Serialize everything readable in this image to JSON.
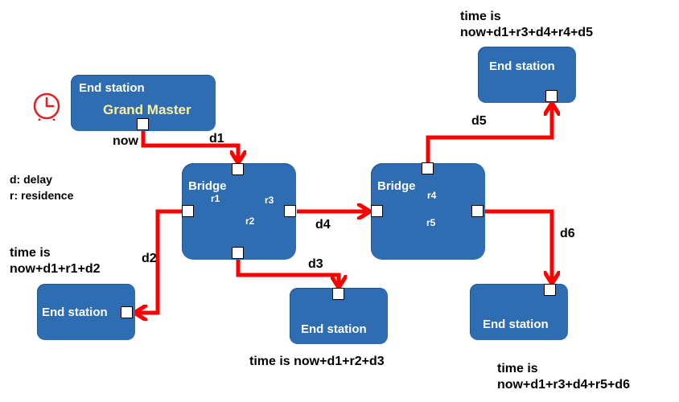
{
  "colors": {
    "box": "#2e6db2",
    "path": "#ff0000",
    "subtitle": "#fbf2a0",
    "residence_arrow": "#000000"
  },
  "icons": {
    "clock": "clock-icon"
  },
  "grand_master": {
    "title": "End station",
    "subtitle": "Grand Master",
    "now_label": "now"
  },
  "legend": {
    "delay": "d: delay",
    "residence": "r: residence"
  },
  "bridge1": {
    "title": "Bridge",
    "r1": "r1",
    "r2": "r2",
    "r3": "r3"
  },
  "bridge2": {
    "title": "Bridge",
    "r4": "r4",
    "r5": "r5"
  },
  "delays": {
    "d1": "d1",
    "d2": "d2",
    "d3": "d3",
    "d4": "d4",
    "d5": "d5",
    "d6": "d6"
  },
  "end_stations": {
    "left": {
      "title": "End station",
      "time_line1": "time is",
      "time_line2": "now+d1+r1+d2"
    },
    "bottom": {
      "title": "End station",
      "time_line1": "time is now+d1+r2+d3"
    },
    "top_right": {
      "title": "End station",
      "time_line1": "time is",
      "time_line2": "now+d1+r3+d4+r4+d5"
    },
    "bottom_right": {
      "title": "End station",
      "time_line1": "time is",
      "time_line2": "now+d1+r3+d4+r5+d6"
    }
  }
}
